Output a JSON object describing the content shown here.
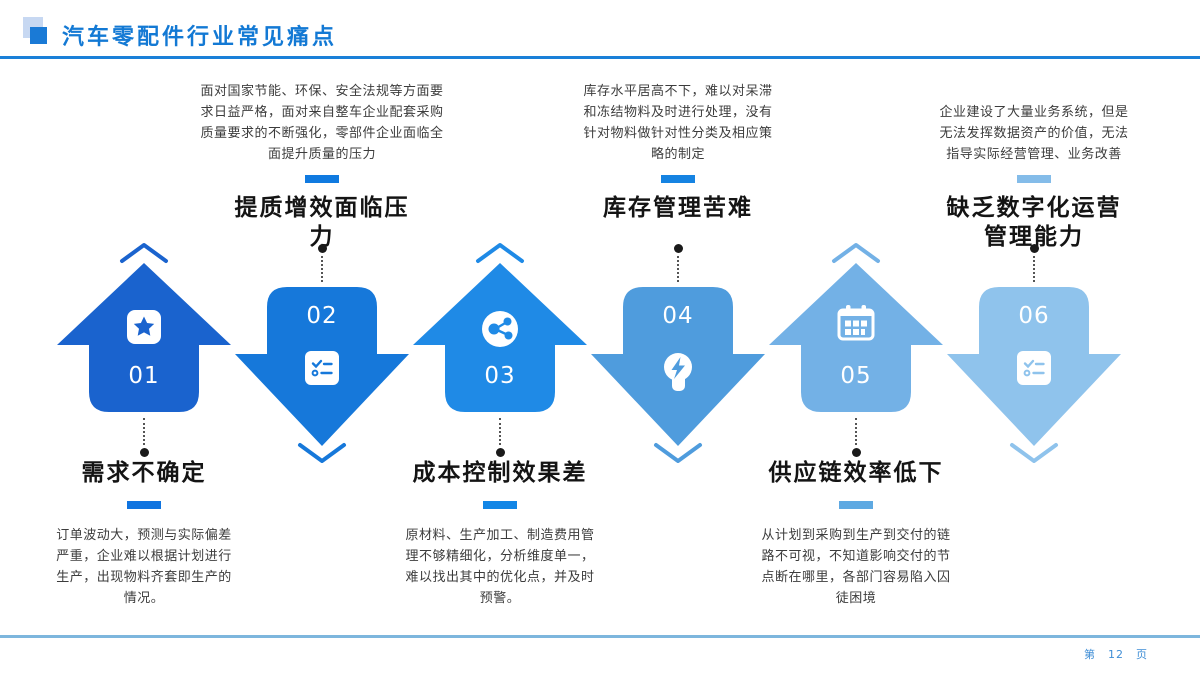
{
  "header": {
    "title": "汽车零配件行业常见痛点",
    "accent_color": "#1379d4"
  },
  "footer": {
    "prefix": "第",
    "page": "12",
    "suffix": "页"
  },
  "items": [
    {
      "number": "01",
      "direction": "up",
      "icon": "star-icon",
      "title": "需求不确定",
      "desc": "订单波动大，预测与实际偏差严重，企业难以根据计划进行生产，出现物料齐套即生产的情况。",
      "arrow_color": "#1a63ce",
      "dash_color": "#0f74e0"
    },
    {
      "number": "02",
      "direction": "down",
      "icon": "checklist-icon",
      "title": "提质增效面临压力",
      "desc": "面对国家节能、环保、安全法规等方面要求日益严格，面对来自整车企业配套采购质量要求的不断强化，零部件企业面临全面提升质量的压力",
      "arrow_color": "#1678da",
      "dash_color": "#107ae0"
    },
    {
      "number": "03",
      "direction": "up",
      "icon": "share-network-icon",
      "title": "成本控制效果差",
      "desc": "原材料、生产加工、制造费用管理不够精细化，分析维度单一，难以找出其中的优化点，并及时预警。",
      "arrow_color": "#1f8ae6",
      "dash_color": "#1286e6"
    },
    {
      "number": "04",
      "direction": "down",
      "icon": "head-lightning-icon",
      "title": "库存管理苦难",
      "desc": "库存水平居高不下，难以对呆滞和冻结物料及时进行处理，没有针对物料做针对性分类及相应策略的制定",
      "arrow_color": "#4f9cdd",
      "dash_color": "#1583e2"
    },
    {
      "number": "05",
      "direction": "up",
      "icon": "calendar-icon",
      "title": "供应链效率低下",
      "desc": "从计划到采购到生产到交付的链路不可视，不知道影响交付的节点断在哪里，各部门容易陷入囚徒困境",
      "arrow_color": "#73b1e6",
      "dash_color": "#5ea9e2"
    },
    {
      "number": "06",
      "direction": "down",
      "icon": "checklist-icon",
      "title": "缺乏数字化运营管理能力",
      "desc": "企业建设了大量业务系统，但是无法发挥数据资产的价值，无法指导实际经营管理、业务改善",
      "arrow_color": "#8fc3ec",
      "dash_color": "#84bce9"
    }
  ]
}
